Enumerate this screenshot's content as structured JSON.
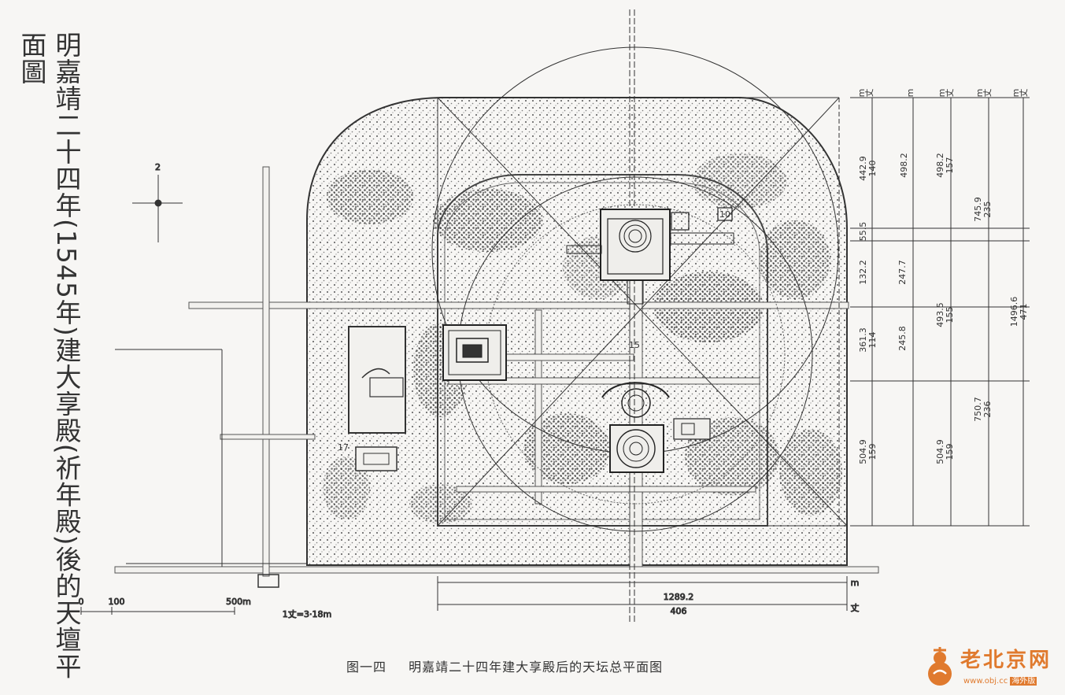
{
  "title_vertical": "明嘉靖二十四年(1545年)建大享殿(祈年殿)後的天壇平面圖",
  "caption": {
    "figure_no": "图一四",
    "text": "明嘉靖二十四年建大享殿后的天坛总平面图"
  },
  "scale_bar": {
    "ticks": [
      "0",
      "100",
      "500m"
    ],
    "conversion": "1丈=3·18m"
  },
  "north_mark": "2",
  "unit_headers": [
    "m",
    "丈",
    "m",
    "m",
    "丈",
    "m",
    "丈",
    "m",
    "丈"
  ],
  "dimensions": {
    "col1": [
      "442.9",
      "140",
      "55.5",
      "132.2",
      "361.3",
      "114",
      "504.9",
      "159"
    ],
    "col2": [
      "498.2",
      "247.7",
      "245.8"
    ],
    "col3": [
      "498.2",
      "157",
      "493.5",
      "155",
      "504.9",
      "159"
    ],
    "col4": [
      "745.9",
      "235",
      "750.7",
      "236"
    ],
    "col5": [
      "1496.6",
      "471"
    ],
    "bottom": [
      "1289.2",
      "406"
    ],
    "bottom_units": [
      "m",
      "丈"
    ]
  },
  "building_numbers": [
    "10",
    "15",
    "17"
  ],
  "watermark": {
    "brand": "老北京网",
    "url": "www.obj.cc",
    "tag": "海外版",
    "color": "#e07a2e"
  },
  "ink_color": "#2a2a2a",
  "paper_color": "#f7f6f4"
}
